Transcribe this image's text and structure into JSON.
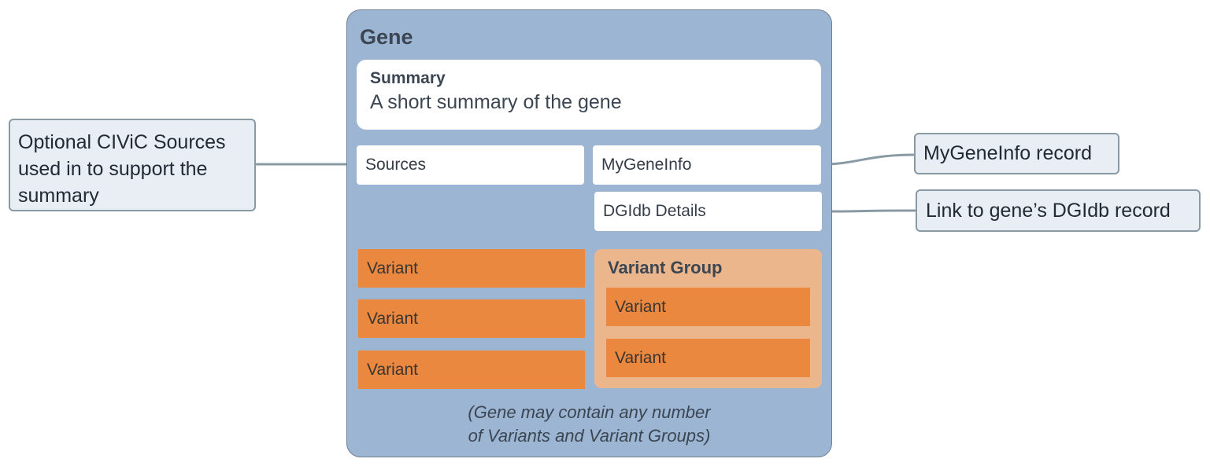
{
  "gene": {
    "title": "Gene",
    "summary": {
      "heading": "Summary",
      "text": "A short summary of the gene"
    },
    "sources_label": "Sources",
    "mygeneinfo_label": "MyGeneInfo",
    "dgidb_label": "DGIdb Details",
    "variants": [
      "Variant",
      "Variant",
      "Variant"
    ],
    "variant_group": {
      "title": "Variant Group",
      "variants": [
        "Variant",
        "Variant"
      ]
    },
    "footnote": [
      "(Gene may contain any number",
      "of Variants and Variant Groups)"
    ]
  },
  "callouts": {
    "sources": [
      "Optional CIViC Sources",
      "used in to support the",
      "summary"
    ],
    "mygeneinfo": "MyGeneInfo record",
    "dgidb": "Link to gene’s DGIdb record"
  },
  "colors": {
    "gene_bg": "#9cb5d3",
    "variant": "#ea883f",
    "variant_group_bg": "#ecb68c",
    "callout_bg": "#e8eef3",
    "connector": "#8a9aa5"
  }
}
